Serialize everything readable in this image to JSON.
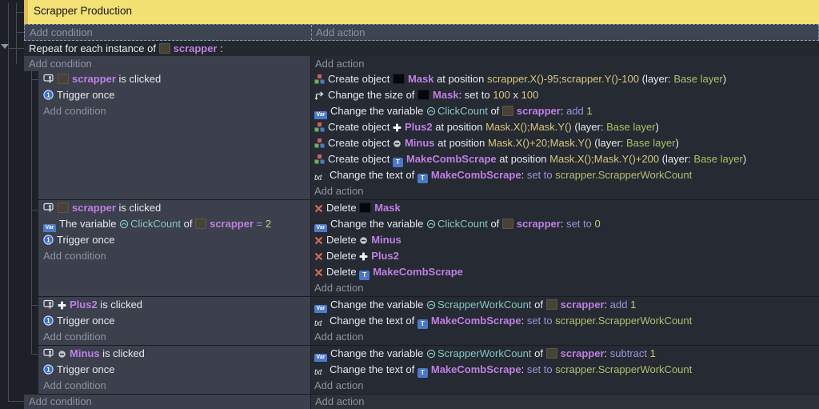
{
  "colors": {
    "w": "#e6e9ee",
    "gray": "#8d939d",
    "p": "#c07fe4",
    "teal": "#87c6c0",
    "op": "#9d93dd",
    "khaki": "#d5c77e",
    "green": "#a2c366",
    "expr2": "#b2bd70",
    "comment_bg": "#f4e173",
    "cond_bg": "#3b404c",
    "action_bg": "#262a32"
  },
  "comment": {
    "title": "Scrapper Production"
  },
  "labels": {
    "add_condition": "Add condition",
    "add_action": "Add action"
  },
  "repeat_event": {
    "segments": [
      {
        "t": "Repeat for each instance of ",
        "c": "w"
      },
      {
        "icon": "object-dark"
      },
      {
        "t": "scrapper",
        "c": "p",
        "b": true
      },
      {
        "t": " :",
        "c": "w"
      }
    ]
  },
  "events": [
    {
      "conditions": [
        [
          {
            "icon": "touch"
          },
          {
            "icon": "object-dark"
          },
          {
            "t": "scrapper",
            "c": "p",
            "b": true
          },
          {
            "t": " is clicked",
            "c": "w"
          }
        ],
        [
          {
            "icon": "trigger-once"
          },
          {
            "t": "Trigger once",
            "c": "w"
          }
        ],
        [
          {
            "t": "Add condition",
            "c": "gray",
            "add": "condition"
          }
        ]
      ],
      "actions": [
        [
          {
            "icon": "create"
          },
          {
            "t": "Create object ",
            "c": "w"
          },
          {
            "icon": "object-black"
          },
          {
            "t": "Mask",
            "c": "p",
            "b": true
          },
          {
            "t": " at position ",
            "c": "w"
          },
          {
            "t": "scrapper.X()-95;scrapper.Y()-100",
            "c": "khaki"
          },
          {
            "t": " (layer: ",
            "c": "w"
          },
          {
            "t": "Base layer",
            "c": "green"
          },
          {
            "t": ")",
            "c": "w"
          }
        ],
        [
          {
            "icon": "resize"
          },
          {
            "t": "Change the size of ",
            "c": "w"
          },
          {
            "icon": "object-black"
          },
          {
            "t": "Mask",
            "c": "p",
            "b": true
          },
          {
            "t": ": set to ",
            "c": "w"
          },
          {
            "t": "100",
            "c": "khaki"
          },
          {
            "t": " x ",
            "c": "w"
          },
          {
            "t": "100",
            "c": "khaki"
          }
        ],
        [
          {
            "icon": "var"
          },
          {
            "t": "Change the variable ",
            "c": "w"
          },
          {
            "icon": "varname"
          },
          {
            "t": "ClickCount",
            "c": "teal"
          },
          {
            "t": " of ",
            "c": "w"
          },
          {
            "icon": "object-dark"
          },
          {
            "t": "scrapper",
            "c": "p",
            "b": true
          },
          {
            "t": ": ",
            "c": "w"
          },
          {
            "t": "add",
            "c": "op"
          },
          {
            "t": " ",
            "c": "w"
          },
          {
            "t": "1",
            "c": "khaki"
          }
        ],
        [
          {
            "icon": "create"
          },
          {
            "t": "Create object ",
            "c": "w"
          },
          {
            "icon": "plus"
          },
          {
            "t": "Plus2",
            "c": "p",
            "b": true
          },
          {
            "t": " at position ",
            "c": "w"
          },
          {
            "t": "Mask.X();Mask.Y()",
            "c": "khaki"
          },
          {
            "t": " (layer: ",
            "c": "w"
          },
          {
            "t": "Base layer",
            "c": "green"
          },
          {
            "t": ")",
            "c": "w"
          }
        ],
        [
          {
            "icon": "create"
          },
          {
            "t": "Create object ",
            "c": "w"
          },
          {
            "icon": "minus-circle"
          },
          {
            "t": "Minus",
            "c": "p",
            "b": true
          },
          {
            "t": " at position ",
            "c": "w"
          },
          {
            "t": "Mask.X()+20;Mask.Y()",
            "c": "khaki"
          },
          {
            "t": " (layer: ",
            "c": "w"
          },
          {
            "t": "Base layer",
            "c": "green"
          },
          {
            "t": ")",
            "c": "w"
          }
        ],
        [
          {
            "icon": "create"
          },
          {
            "t": "Create object ",
            "c": "w"
          },
          {
            "icon": "text-object"
          },
          {
            "t": "MakeCombScrape",
            "c": "p",
            "b": true
          },
          {
            "t": " at position ",
            "c": "w"
          },
          {
            "t": "Mask.X();Mask.Y()+200",
            "c": "khaki"
          },
          {
            "t": " (layer: ",
            "c": "w"
          },
          {
            "t": "Base layer",
            "c": "green"
          },
          {
            "t": ")",
            "c": "w"
          }
        ],
        [
          {
            "icon": "txt"
          },
          {
            "t": "Change the text of ",
            "c": "w"
          },
          {
            "icon": "text-object"
          },
          {
            "t": "MakeCombScrape",
            "c": "p",
            "b": true
          },
          {
            "t": ": ",
            "c": "w"
          },
          {
            "t": "set to",
            "c": "op"
          },
          {
            "t": " ",
            "c": "w"
          },
          {
            "t": "scrapper.ScrapperWorkCount",
            "c": "expr2"
          }
        ],
        [
          {
            "t": "Add action",
            "c": "gray",
            "add": "action"
          }
        ]
      ]
    },
    {
      "conditions": [
        [
          {
            "icon": "touch"
          },
          {
            "icon": "object-dark"
          },
          {
            "t": "scrapper",
            "c": "p",
            "b": true
          },
          {
            "t": " is clicked",
            "c": "w"
          }
        ],
        [
          {
            "icon": "var"
          },
          {
            "t": "The variable ",
            "c": "w"
          },
          {
            "icon": "varname"
          },
          {
            "t": "ClickCount",
            "c": "teal"
          },
          {
            "t": " of ",
            "c": "w"
          },
          {
            "icon": "object-dark"
          },
          {
            "t": "scrapper",
            "c": "p",
            "b": true
          },
          {
            "t": " ",
            "c": "w"
          },
          {
            "t": "=",
            "c": "op"
          },
          {
            "t": " ",
            "c": "w"
          },
          {
            "t": "2",
            "c": "khaki"
          }
        ],
        [
          {
            "icon": "trigger-once"
          },
          {
            "t": "Trigger once",
            "c": "w"
          }
        ],
        [
          {
            "t": "Add condition",
            "c": "gray",
            "add": "condition"
          }
        ]
      ],
      "actions": [
        [
          {
            "icon": "delete"
          },
          {
            "t": "Delete ",
            "c": "w"
          },
          {
            "icon": "object-black"
          },
          {
            "t": "Mask",
            "c": "p",
            "b": true
          }
        ],
        [
          {
            "icon": "var"
          },
          {
            "t": "Change the variable ",
            "c": "w"
          },
          {
            "icon": "varname"
          },
          {
            "t": "ClickCount",
            "c": "teal"
          },
          {
            "t": " of ",
            "c": "w"
          },
          {
            "icon": "object-dark"
          },
          {
            "t": "scrapper",
            "c": "p",
            "b": true
          },
          {
            "t": ": ",
            "c": "w"
          },
          {
            "t": "set to",
            "c": "op"
          },
          {
            "t": " ",
            "c": "w"
          },
          {
            "t": "0",
            "c": "khaki"
          }
        ],
        [
          {
            "icon": "delete"
          },
          {
            "t": "Delete ",
            "c": "w"
          },
          {
            "icon": "minus-circle"
          },
          {
            "t": "Minus",
            "c": "p",
            "b": true
          }
        ],
        [
          {
            "icon": "delete"
          },
          {
            "t": "Delete ",
            "c": "w"
          },
          {
            "icon": "plus"
          },
          {
            "t": "Plus2",
            "c": "p",
            "b": true
          }
        ],
        [
          {
            "icon": "delete"
          },
          {
            "t": "Delete ",
            "c": "w"
          },
          {
            "icon": "text-object"
          },
          {
            "t": "MakeCombScrape",
            "c": "p",
            "b": true
          }
        ],
        [
          {
            "t": "Add action",
            "c": "gray",
            "add": "action"
          }
        ]
      ]
    },
    {
      "conditions": [
        [
          {
            "icon": "touch"
          },
          {
            "icon": "plus"
          },
          {
            "t": "Plus2",
            "c": "p",
            "b": true
          },
          {
            "t": " is clicked",
            "c": "w"
          }
        ],
        [
          {
            "icon": "trigger-once"
          },
          {
            "t": "Trigger once",
            "c": "w"
          }
        ],
        [
          {
            "t": "Add condition",
            "c": "gray",
            "add": "condition"
          }
        ]
      ],
      "actions": [
        [
          {
            "icon": "var"
          },
          {
            "t": "Change the variable ",
            "c": "w"
          },
          {
            "icon": "varname"
          },
          {
            "t": "ScrapperWorkCount",
            "c": "teal"
          },
          {
            "t": " of ",
            "c": "w"
          },
          {
            "icon": "object-dark"
          },
          {
            "t": "scrapper",
            "c": "p",
            "b": true
          },
          {
            "t": ": ",
            "c": "w"
          },
          {
            "t": "add",
            "c": "op"
          },
          {
            "t": " ",
            "c": "w"
          },
          {
            "t": "1",
            "c": "khaki"
          }
        ],
        [
          {
            "icon": "txt"
          },
          {
            "t": "Change the text of ",
            "c": "w"
          },
          {
            "icon": "text-object"
          },
          {
            "t": "MakeCombScrape",
            "c": "p",
            "b": true
          },
          {
            "t": ": ",
            "c": "w"
          },
          {
            "t": "set to",
            "c": "op"
          },
          {
            "t": " ",
            "c": "w"
          },
          {
            "t": "scrapper.ScrapperWorkCount",
            "c": "expr2"
          }
        ],
        [
          {
            "t": "Add action",
            "c": "gray",
            "add": "action"
          }
        ]
      ]
    },
    {
      "conditions": [
        [
          {
            "icon": "touch"
          },
          {
            "icon": "minus-circle"
          },
          {
            "t": "Minus",
            "c": "p",
            "b": true
          },
          {
            "t": " is clicked",
            "c": "w"
          }
        ],
        [
          {
            "icon": "trigger-once"
          },
          {
            "t": "Trigger once",
            "c": "w"
          }
        ],
        [
          {
            "t": "Add condition",
            "c": "gray",
            "add": "condition"
          }
        ]
      ],
      "actions": [
        [
          {
            "icon": "var"
          },
          {
            "t": "Change the variable ",
            "c": "w"
          },
          {
            "icon": "varname"
          },
          {
            "t": "ScrapperWorkCount",
            "c": "teal"
          },
          {
            "t": " of ",
            "c": "w"
          },
          {
            "icon": "object-dark"
          },
          {
            "t": "scrapper",
            "c": "p",
            "b": true
          },
          {
            "t": ": ",
            "c": "w"
          },
          {
            "t": "subtract",
            "c": "op"
          },
          {
            "t": " ",
            "c": "w"
          },
          {
            "t": "1",
            "c": "khaki"
          }
        ],
        [
          {
            "icon": "txt"
          },
          {
            "t": "Change the text of ",
            "c": "w"
          },
          {
            "icon": "text-object"
          },
          {
            "t": "MakeCombScrape",
            "c": "p",
            "b": true
          },
          {
            "t": ": ",
            "c": "w"
          },
          {
            "t": "set to",
            "c": "op"
          },
          {
            "t": " ",
            "c": "w"
          },
          {
            "t": "scrapper.ScrapperWorkCount",
            "c": "expr2"
          }
        ],
        [
          {
            "t": "Add action",
            "c": "gray",
            "add": "action"
          }
        ]
      ]
    }
  ]
}
